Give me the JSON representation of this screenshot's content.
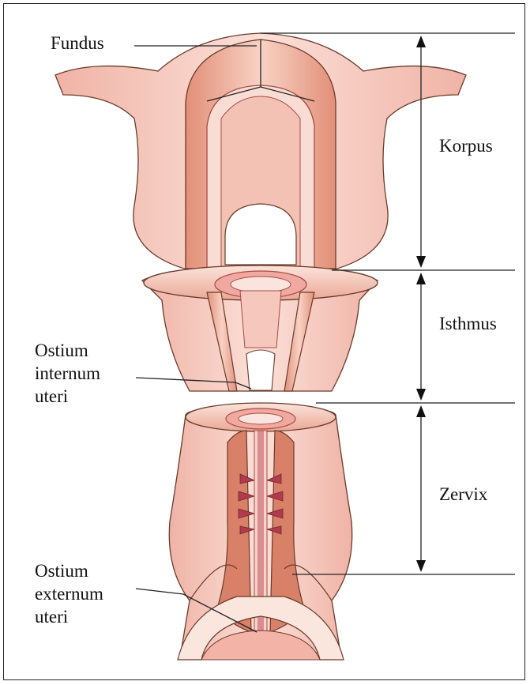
{
  "labels": {
    "fundus": "Fundus",
    "korpus": "Korpus",
    "isthmus": "Isthmus",
    "zervix": "Zervix",
    "ostium_internum": [
      "Ostium",
      "internum",
      "uteri"
    ],
    "ostium_externum": [
      "Ostium",
      "externum",
      "uteri"
    ]
  },
  "colors": {
    "tissue_light": "#f7cdc3",
    "tissue_mid": "#eba595",
    "tissue_dark": "#d9826e",
    "cavity_wall": "#c45d5a",
    "mucosa": "#b33a4e",
    "cut_surface": "#f3b9a5"
  }
}
